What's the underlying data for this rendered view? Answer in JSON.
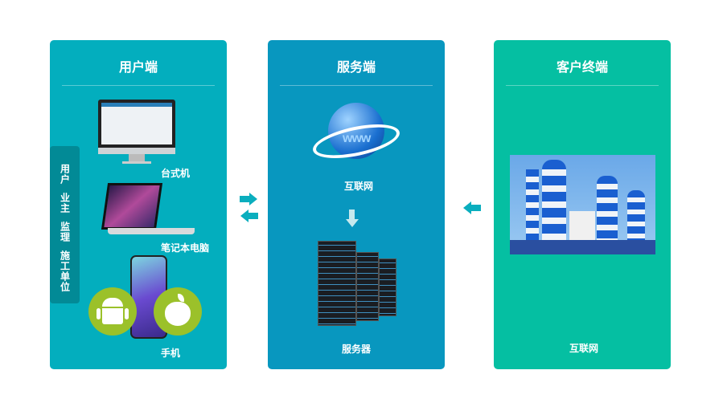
{
  "panels": {
    "client": {
      "title": "用户端",
      "color": "#03aebe",
      "roles": [
        "用户",
        "业主",
        "监理",
        "施工单位"
      ],
      "devices": {
        "desktop": "台式机",
        "laptop": "笔记本电脑",
        "phone": "手机"
      }
    },
    "server": {
      "title": "服务端",
      "color": "#0897bf",
      "internet": "互联网",
      "server": "服务器"
    },
    "customer": {
      "title": "客户终端",
      "color": "#05bfa2",
      "internet": "互联网"
    }
  },
  "arrow_color": "#0aaebe"
}
